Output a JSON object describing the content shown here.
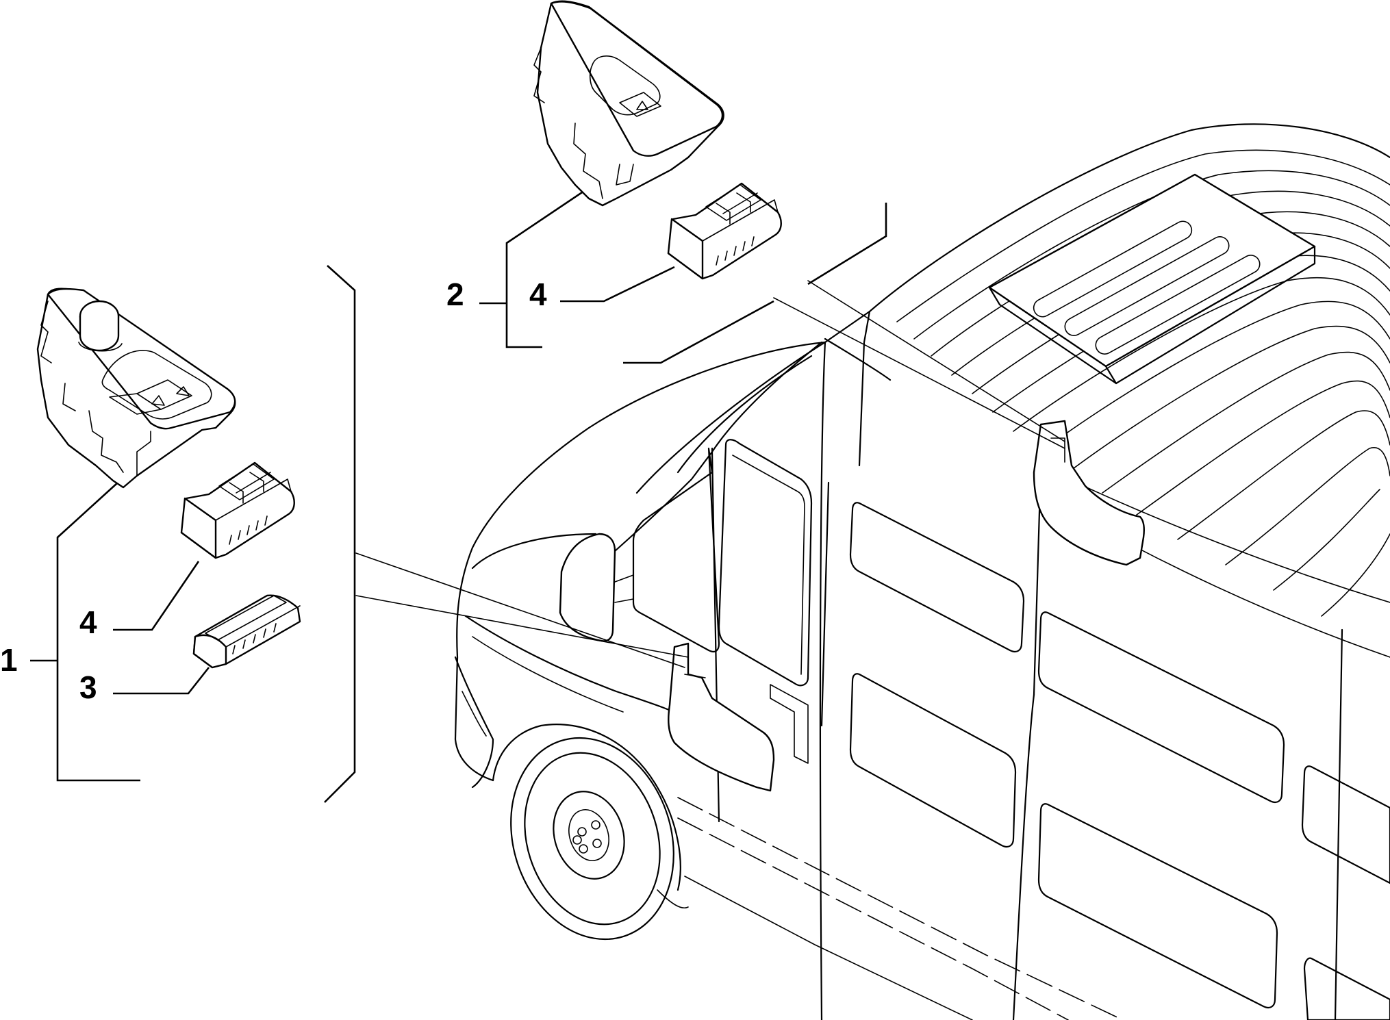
{
  "callouts": {
    "part_1": "1",
    "part_2": "2",
    "part_3": "3",
    "part_4_lower": "4",
    "part_4_upper": "4"
  },
  "colors": {
    "line": "#000000",
    "background": "#ffffff"
  }
}
